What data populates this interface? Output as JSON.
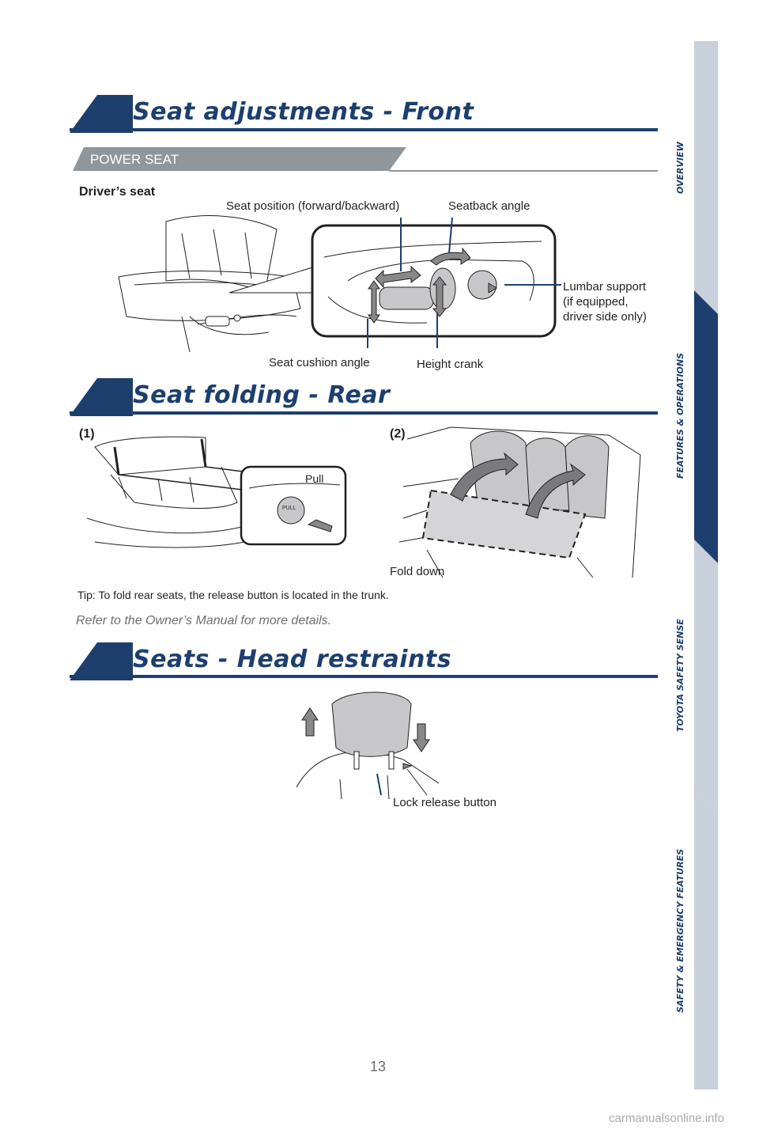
{
  "page_number": "13",
  "sections": {
    "front": {
      "title": "Seat adjustments - Front",
      "subheader": "POWER SEAT",
      "drivers_seat": "Driver’s seat",
      "callouts": {
        "seat_position": "Seat position (forward/backward)",
        "seatback_angle": "Seatback angle",
        "lumbar_1": "Lumbar support",
        "lumbar_2": "(if equipped,",
        "lumbar_3": "driver side only)",
        "seat_cushion": "Seat cushion angle",
        "height_crank": "Height crank"
      }
    },
    "rear": {
      "title": "Seat folding - Rear",
      "step1": "(1)",
      "step2": "(2)",
      "pull": "Pull",
      "pull_button": "PULL",
      "fold_down": "Fold down",
      "tip": "Tip: To fold rear seats, the release button is located in the trunk.",
      "refer": "Refer to the Owner’s Manual for more details."
    },
    "head": {
      "title": "Seats - Head restraints",
      "lock_release": "Lock release button"
    }
  },
  "side_tabs": [
    {
      "label": "OVERVIEW",
      "active": false
    },
    {
      "label": "FEATURES & OPERATIONS",
      "active": true
    },
    {
      "label": "TOYOTA SAFETY SENSE",
      "active": false
    },
    {
      "label": "SAFETY & EMERGENCY FEATURES",
      "active": false
    }
  ],
  "colors": {
    "navy": "#1d3f6e",
    "tab_gray": "#c9d0dc",
    "gray_bar": "#8f969c"
  },
  "watermark": "carmanualsonline.info"
}
